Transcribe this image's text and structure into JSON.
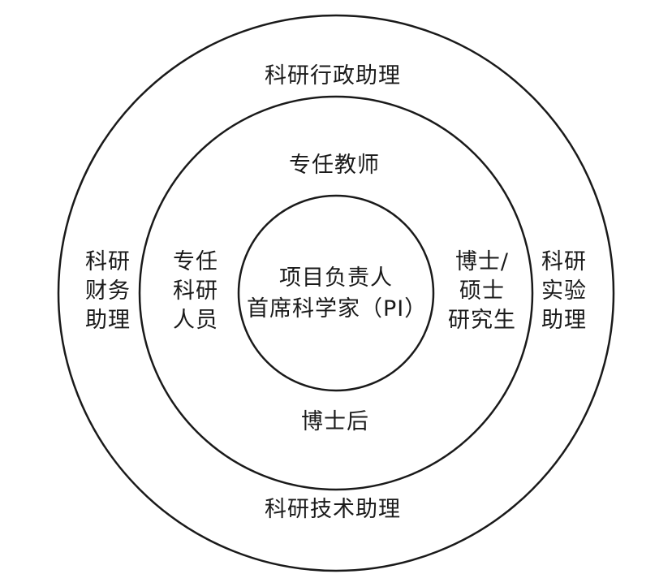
{
  "colors": {
    "stroke": "#1a1a1a",
    "background": "#ffffff"
  },
  "rings": [
    {
      "name": "outer",
      "label_top": "科研行政助理",
      "label_bottom": "科研技术助理",
      "label_left": [
        "科研",
        "财务",
        "助理"
      ],
      "label_right": [
        "科研",
        "实验",
        "助理"
      ]
    },
    {
      "name": "middle",
      "label_top": "专任教师",
      "label_bottom": "博士后",
      "label_left": [
        "专任",
        "科研",
        "人员"
      ],
      "label_right": [
        "博士/",
        "硕士",
        "研究生"
      ]
    },
    {
      "name": "inner",
      "center_lines": [
        "项目负责人",
        "首席科学家（PI）"
      ]
    }
  ]
}
